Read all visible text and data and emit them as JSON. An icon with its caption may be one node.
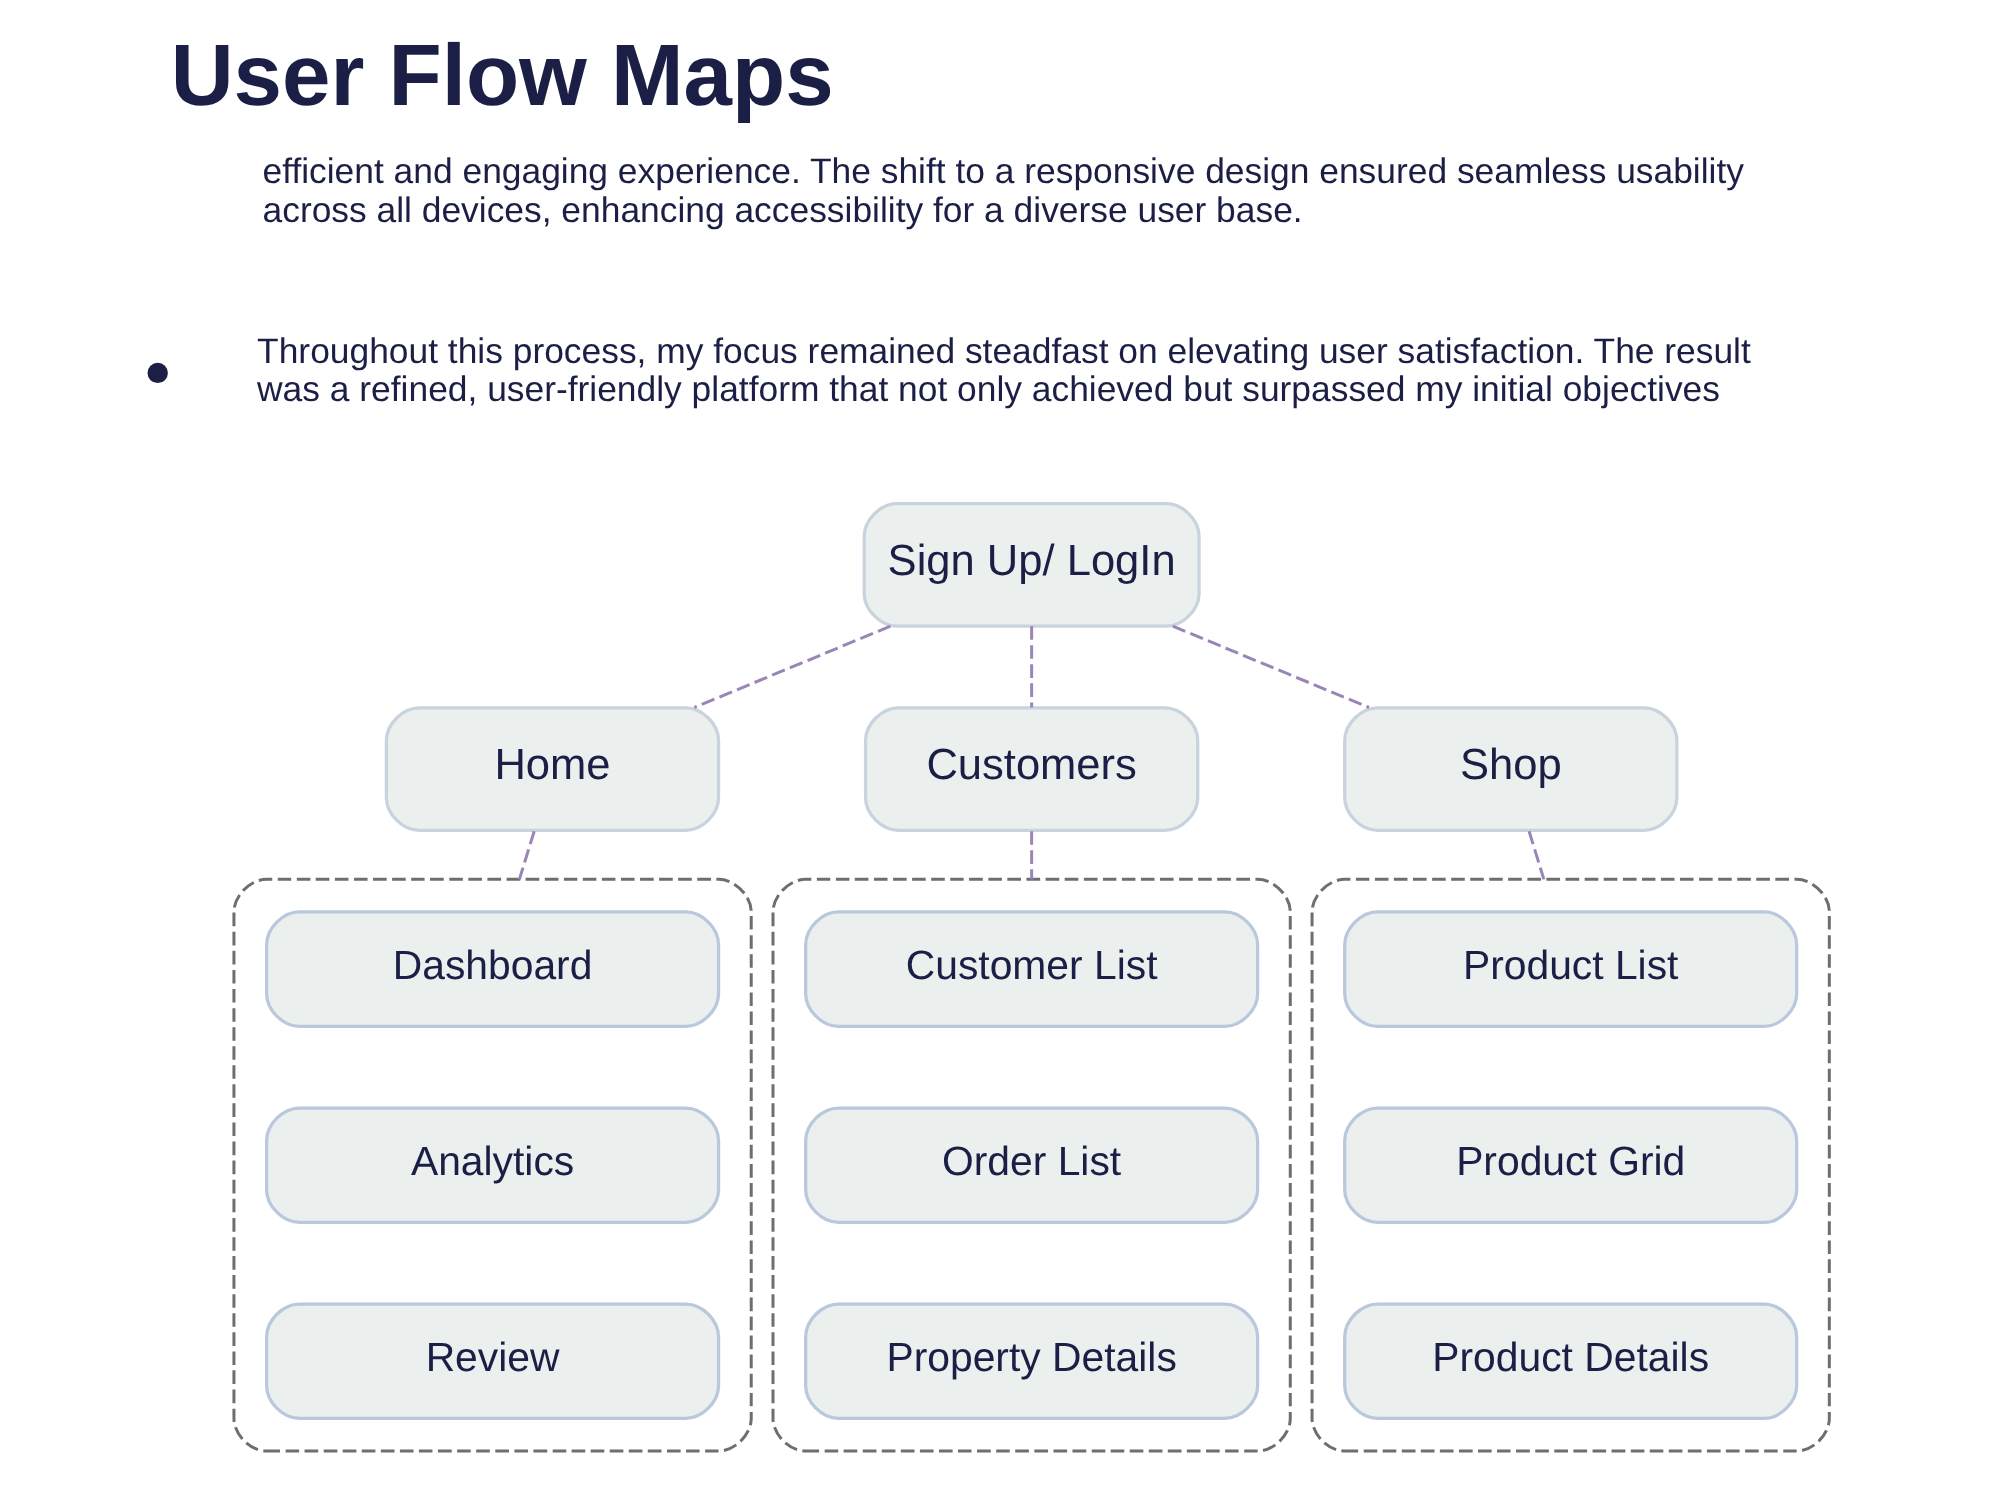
{
  "diagram": {
    "title": "User Flow Maps",
    "nodes": [
      {
        "text": [
          "Sign Up/ LogIn"
        ]
      },
      {
        "text": [
          "Home"
        ]
      },
      {
        "text": [
          "Customers"
        ]
      },
      {
        "text": [
          "Shop"
        ]
      },
      {
        "text": [],
        "shape": "box"
      },
      {
        "text": [
          "Dashboard"
        ],
        "in": 4
      },
      {
        "text": [
          "Analytics"
        ],
        "in": 4
      },
      {
        "text": [
          "Review"
        ],
        "in": 4
      },
      {
        "text": [],
        "shape": "box"
      },
      {
        "text": [
          "Customer List"
        ],
        "in": 8
      },
      {
        "text": [
          "Order List"
        ],
        "in": 8
      },
      {
        "text": [
          "Property Details"
        ],
        "in": 8
      },
      {
        "text": [],
        "shape": "box"
      },
      {
        "text": [
          "Product List"
        ],
        "in": 12
      },
      {
        "text": [
          "Product Grid"
        ],
        "in": 12
      },
      {
        "text": [
          "Product Details"
        ],
        "in": 12
      }
    ],
    "edges": [
      {
        "from": 0,
        "to": 1,
        "arrow": "none",
        "style": "dashed"
      },
      {
        "from": 0,
        "to": 2,
        "arrow": "none",
        "style": "dashed"
      },
      {
        "from": 0,
        "to": 3,
        "arrow": "none",
        "style": "dashed"
      },
      {
        "from": 1,
        "to": 4,
        "arrow": "none",
        "style": "dashed"
      },
      {
        "from": 2,
        "to": 8,
        "arrow": "none",
        "style": "dashed"
      },
      {
        "from": 3,
        "to": 12,
        "arrow": "none",
        "style": "dashed"
      }
    ],
    "labels": [
      "efficient and engaging experience. The shift to a responsive design ensured seamless usability across all devices, enhancing accessibility for a diverse user base.",
      "Throughout this process, my focus remained steadfast on elevating user satisfaction. The result was a refined, user-friendly platform that not only achieved but surpassed my initial objectives"
    ]
  }
}
